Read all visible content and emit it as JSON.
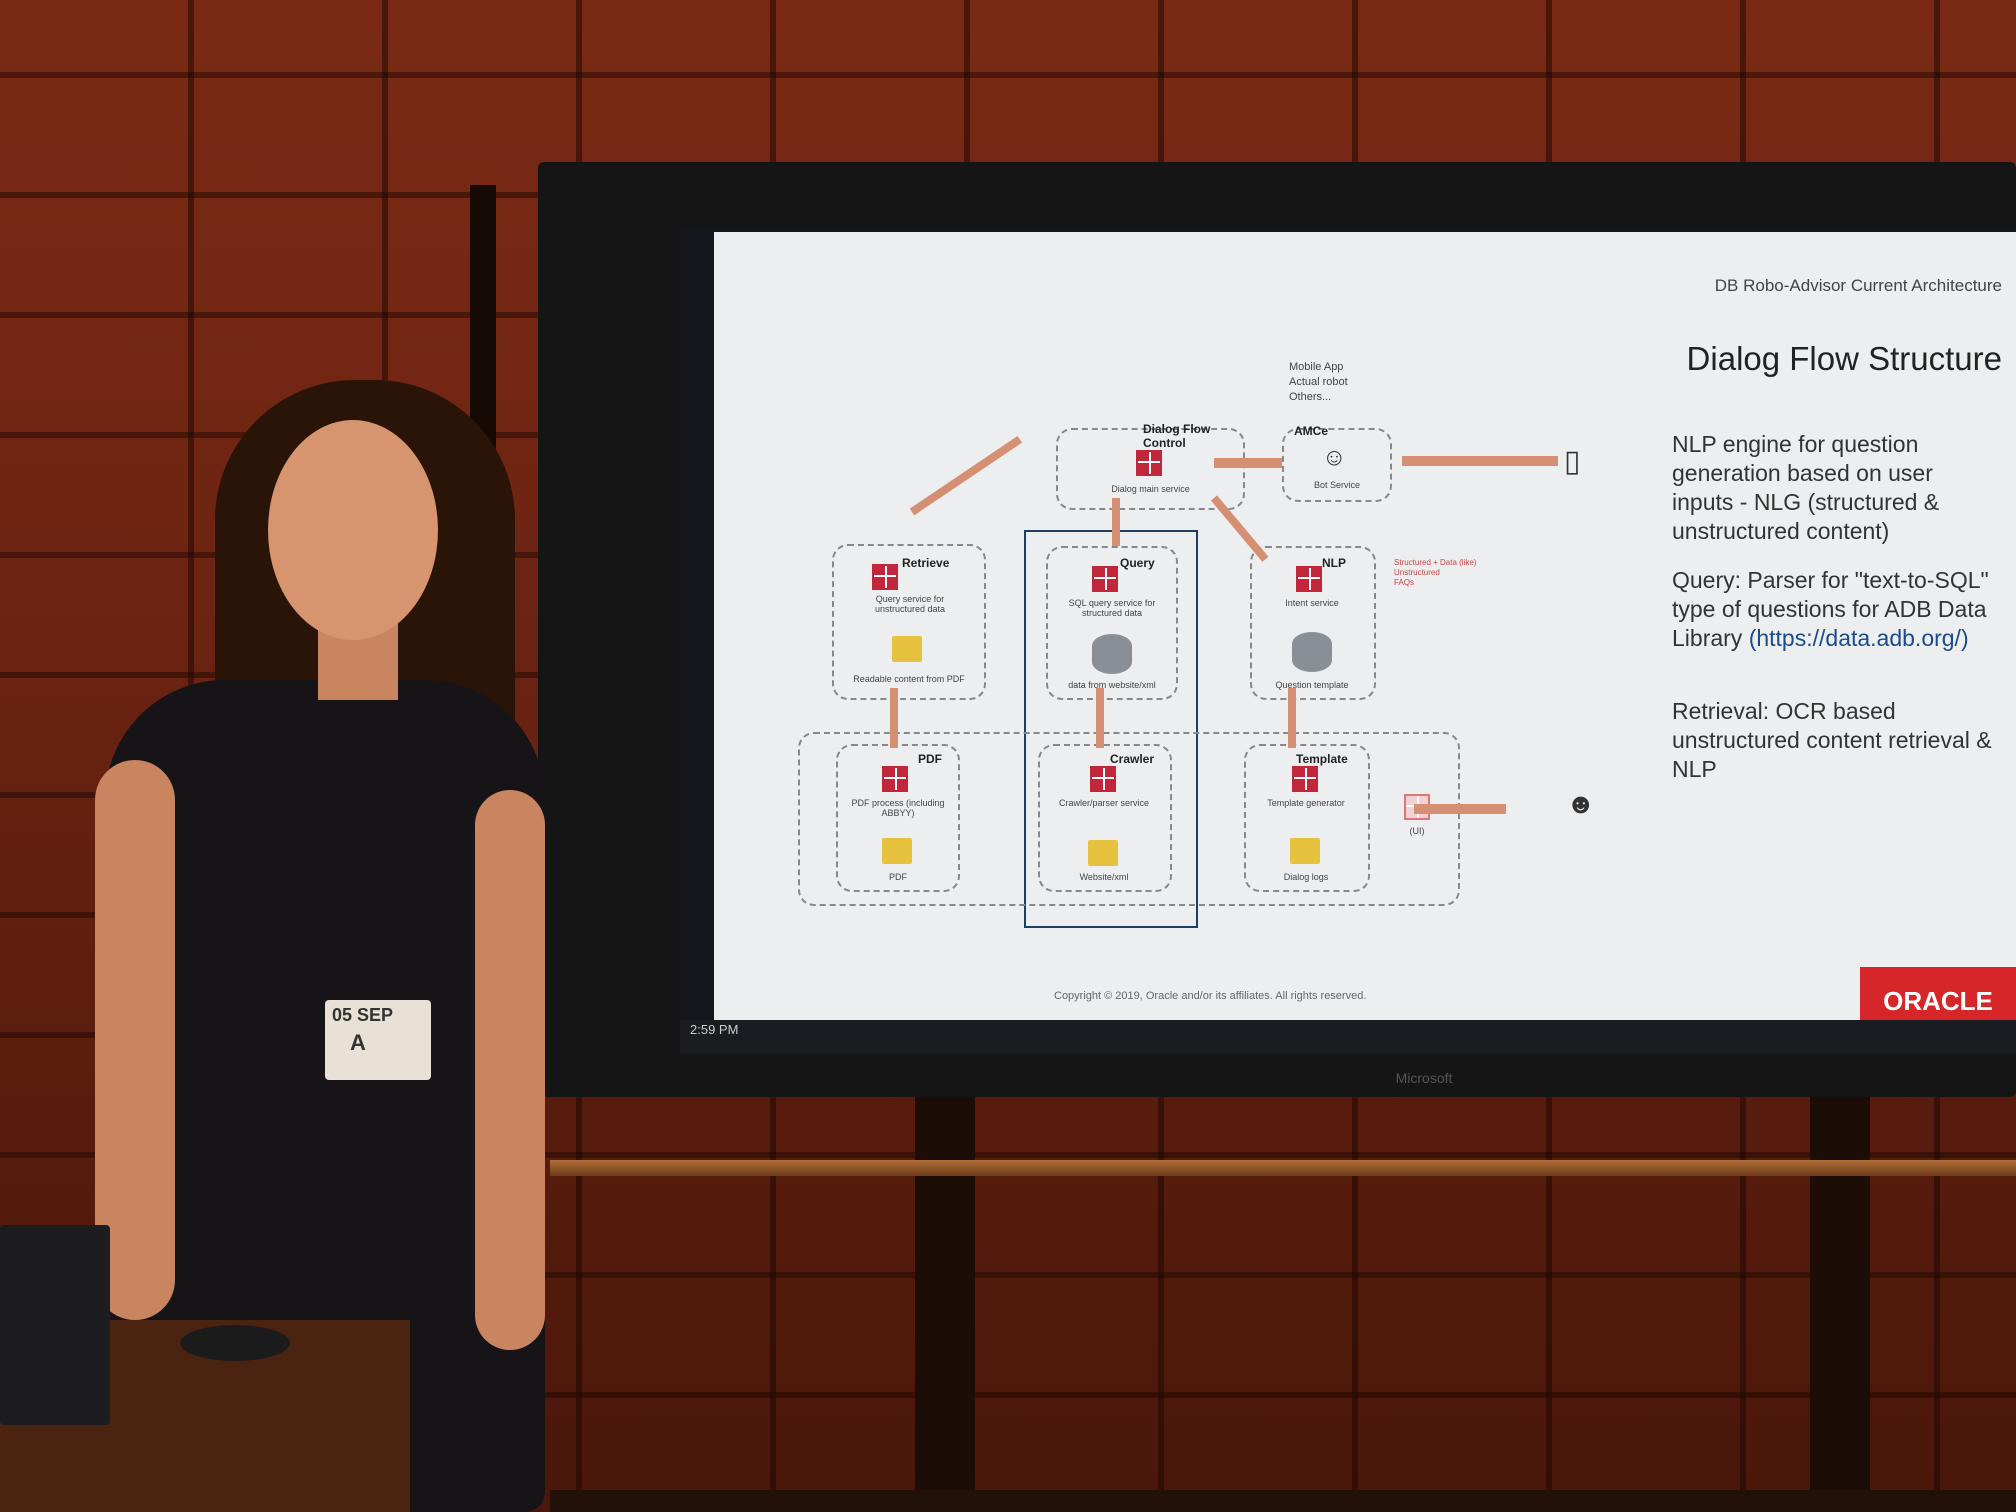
{
  "slide": {
    "header": "DB Robo-Advisor Current Architecture",
    "title": "Dialog Flow Structure",
    "bullets": [
      "NLP engine for question generation based on user inputs - NLG (structured & unstructured content)",
      "Query: Parser for \"text-to-SQL\" type of questions for ADB Data Library",
      "(https://data.adb.org/)",
      "Retrieval: OCR based unstructured content retrieval & NLP"
    ],
    "logo": "ORACLE",
    "copyright": "Copyright © 2019, Oracle and/or its affiliates. All rights reserved.",
    "clients": [
      "Mobile App",
      "Actual robot",
      "Others..."
    ],
    "boxes": {
      "amce": {
        "title": "AMCe",
        "sub": "Bot Service"
      },
      "dialog": {
        "title": "Dialog Flow Control",
        "sub": "Dialog main service"
      },
      "nlp": {
        "title": "NLP",
        "sub": "Intent service",
        "store": "Question template"
      },
      "query": {
        "title": "Query",
        "sub": "SQL query service for structured data",
        "store": "data from website/xml"
      },
      "retrieve": {
        "title": "Retrieve",
        "sub": "Query service for unstructured data",
        "store": "Readable content from PDF"
      },
      "template": {
        "title": "Template",
        "sub": "Template generator",
        "store": "Dialog logs"
      },
      "crawler": {
        "title": "Crawler",
        "sub": "Crawler/parser service",
        "store": "Website/xml"
      },
      "pdf": {
        "title": "PDF",
        "sub": "PDF process (including ABBYY)",
        "store": "PDF"
      },
      "ui": {
        "sub": "(UI)"
      }
    },
    "nlp_note": [
      "Structured + Data (like)",
      "Unstructured",
      "FAQs"
    ]
  },
  "taskbar": {
    "time": "2:59 PM"
  },
  "tv": {
    "brand": "Microsoft"
  },
  "badge": {
    "date": "05 SEP",
    "letter": "A"
  }
}
